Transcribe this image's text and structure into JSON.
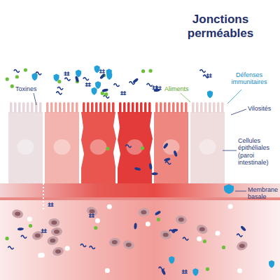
{
  "diagram": {
    "title": "Jonctions perméables",
    "labels": [
      "Toxines",
      "Aliments",
      "Défenses immunitaires",
      "Vilosités",
      "Cellules épithéliales (paroi intestinale)",
      "Membrane basale"
    ]
  }
}
